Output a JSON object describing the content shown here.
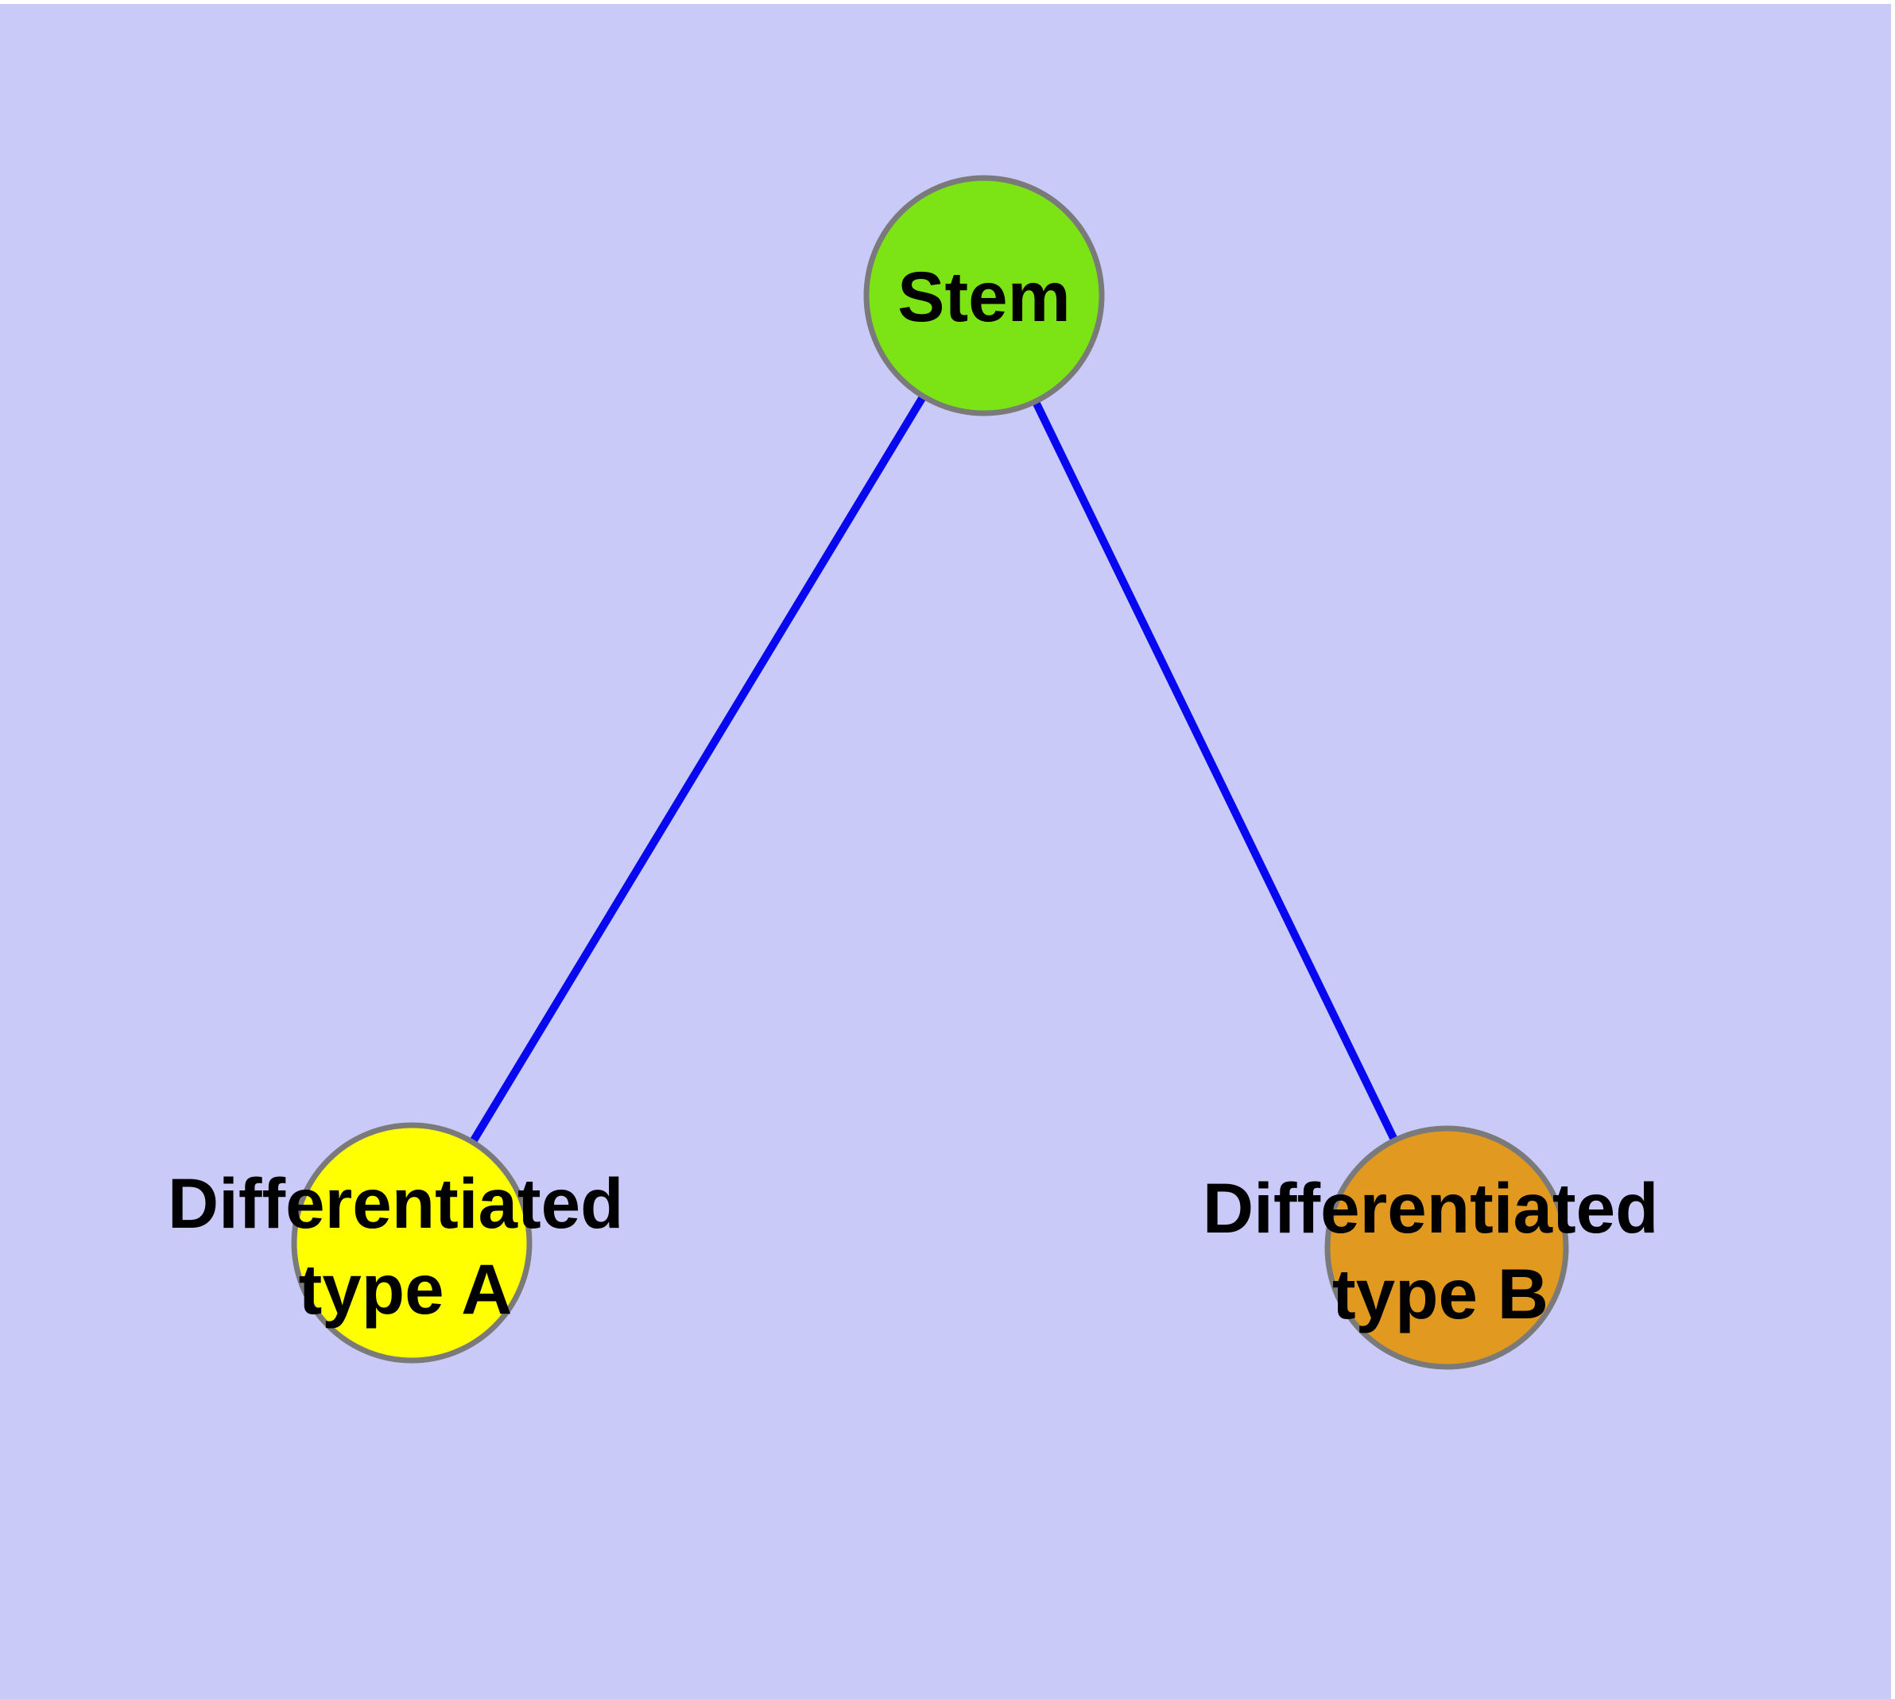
{
  "colors": {
    "canvas_background": "#CACAF8",
    "figure_margin": "#FFFFFF",
    "edge": "#0808F0",
    "node_border": "#7A7A7A",
    "label_text": "#000000"
  },
  "nodes": {
    "stem": {
      "label": "Stem",
      "fill": "#7CE414"
    },
    "type_a": {
      "label_line1": "Differentiated",
      "label_line2": "type A",
      "fill": "#FFFF00"
    },
    "type_b": {
      "label_line1": "Differentiated",
      "label_line2": "type B",
      "fill": "#E19A1F"
    }
  },
  "edges": [
    {
      "from": "Stem",
      "to": "Differentiated type A"
    },
    {
      "from": "Stem",
      "to": "Differentiated type B"
    }
  ]
}
